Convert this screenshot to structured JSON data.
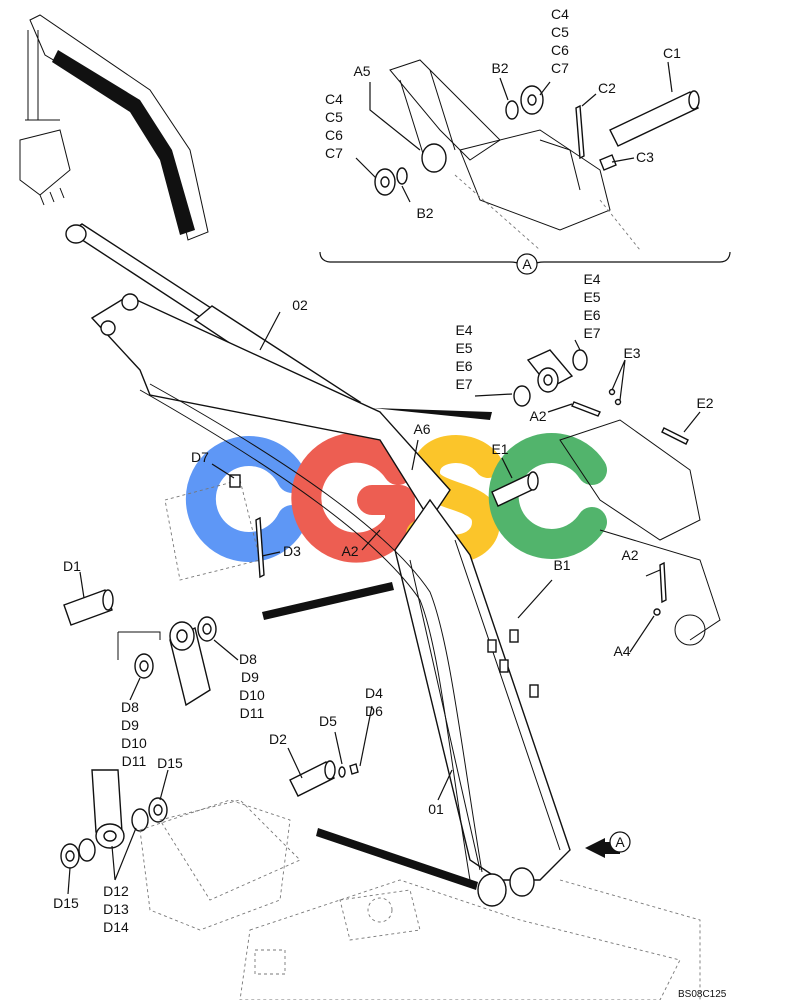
{
  "drawing_code": "BS08C125",
  "watermark": {
    "letters": [
      "C",
      "G",
      "S",
      "C"
    ],
    "colors": [
      "#4285f4",
      "#ea4335",
      "#fbbc05",
      "#34a853"
    ]
  },
  "view_marker": "A",
  "callouts": {
    "c4": "C4",
    "c5": "C5",
    "c6": "C6",
    "c7": "C7",
    "a5": "A5",
    "b2": "B2",
    "c1": "C1",
    "c2": "C2",
    "c3": "C3",
    "e4": "E4",
    "e5": "E5",
    "e6": "E6",
    "e7": "E7",
    "e3": "E3",
    "a2": "A2",
    "e2": "E2",
    "e1": "E1",
    "a6": "A6",
    "d7": "D7",
    "d3": "D3",
    "d1": "D1",
    "d8": "D8",
    "d9": "D9",
    "d10": "D10",
    "d11": "D11",
    "d4": "D4",
    "d6": "D6",
    "d5": "D5",
    "d2": "D2",
    "d15": "D15",
    "d12": "D12",
    "d13": "D13",
    "d14": "D14",
    "b1": "B1",
    "a4": "A4",
    "p01": "01",
    "p02": "02"
  }
}
